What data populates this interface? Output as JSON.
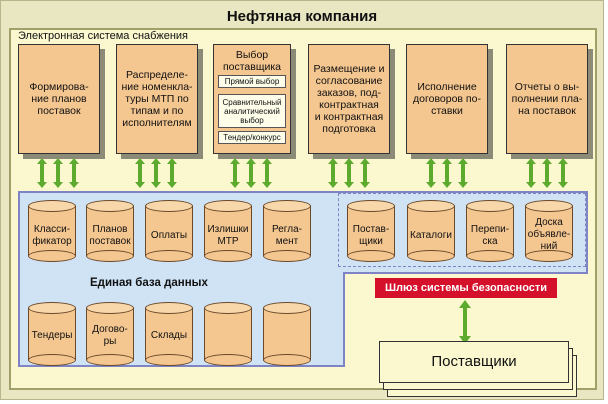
{
  "company_title": "Нефтяная компания",
  "system_title": "Электронная система снабжения",
  "modules": [
    "Формирова-\nние планов\nпоставок",
    "Распределе-\nние номенкла-\nтуры МТП по\nтипам и по\nисполнителям",
    "Выбор\nпоставщика",
    "Размещение и\nсогласование\nзаказов, под-\nконтрактная\nи контрактная\nподготовка",
    "Исполнение\nдоговоров по-\nставки",
    "Отчеты о вы-\nполнении пла-\nна поставок"
  ],
  "supplier_choice": [
    "Прямой выбор",
    "Сравнительный\nаналитический\nвыбор",
    "Тендер/конкурс"
  ],
  "database_label": "Единая база данных",
  "db_row1": [
    "Класси-\nфикатор",
    "Планов\nпоставок",
    "Оплаты",
    "Излишки\nМТР",
    "Регла-\nмент"
  ],
  "db_row1_right": [
    "Постав-\nщики",
    "Каталоги",
    "Перепи-\nска",
    "Доска\nобъявле-\nний"
  ],
  "db_row2": [
    "Тендеры",
    "Догово-\nры",
    "Склады",
    "",
    ""
  ],
  "gateway_label": "Шлюз системы безопасности",
  "suppliers_label": "Поставщики",
  "colors": {
    "arrow": "#5cab2e",
    "module_fill": "#f4c690",
    "db_fill": "#cfe3f5",
    "gateway": "#d4102a"
  }
}
